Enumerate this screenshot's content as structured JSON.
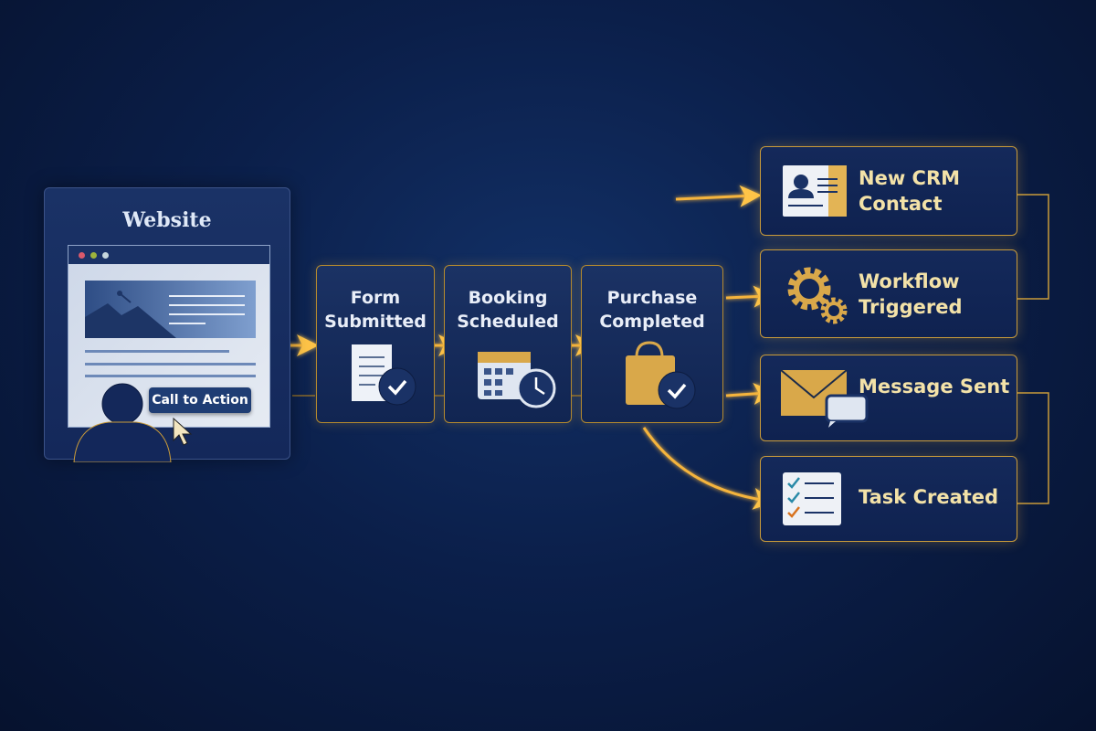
{
  "website": {
    "title": "Website",
    "cta_label": "Call to Action"
  },
  "steps": [
    {
      "label_line1": "Form",
      "label_line2": "Submitted",
      "icon": "document-check-icon"
    },
    {
      "label_line1": "Booking",
      "label_line2": "Scheduled",
      "icon": "calendar-clock-icon"
    },
    {
      "label_line1": "Purchase",
      "label_line2": "Completed",
      "icon": "shopping-bag-check-icon"
    }
  ],
  "outcomes": [
    {
      "label_line1": "New CRM",
      "label_line2": "Contact",
      "icon": "contact-card-icon"
    },
    {
      "label_line1": "Workflow",
      "label_line2": "Triggered",
      "icon": "gears-icon"
    },
    {
      "label_line1": "Message Sent",
      "label_line2": "",
      "icon": "envelope-chat-icon"
    },
    {
      "label_line1": "Task Created",
      "label_line2": "",
      "icon": "checklist-icon"
    }
  ],
  "colors": {
    "accent": "#f5b43c",
    "background": "#0b1f4a",
    "text_gold": "#f3e2a8"
  }
}
